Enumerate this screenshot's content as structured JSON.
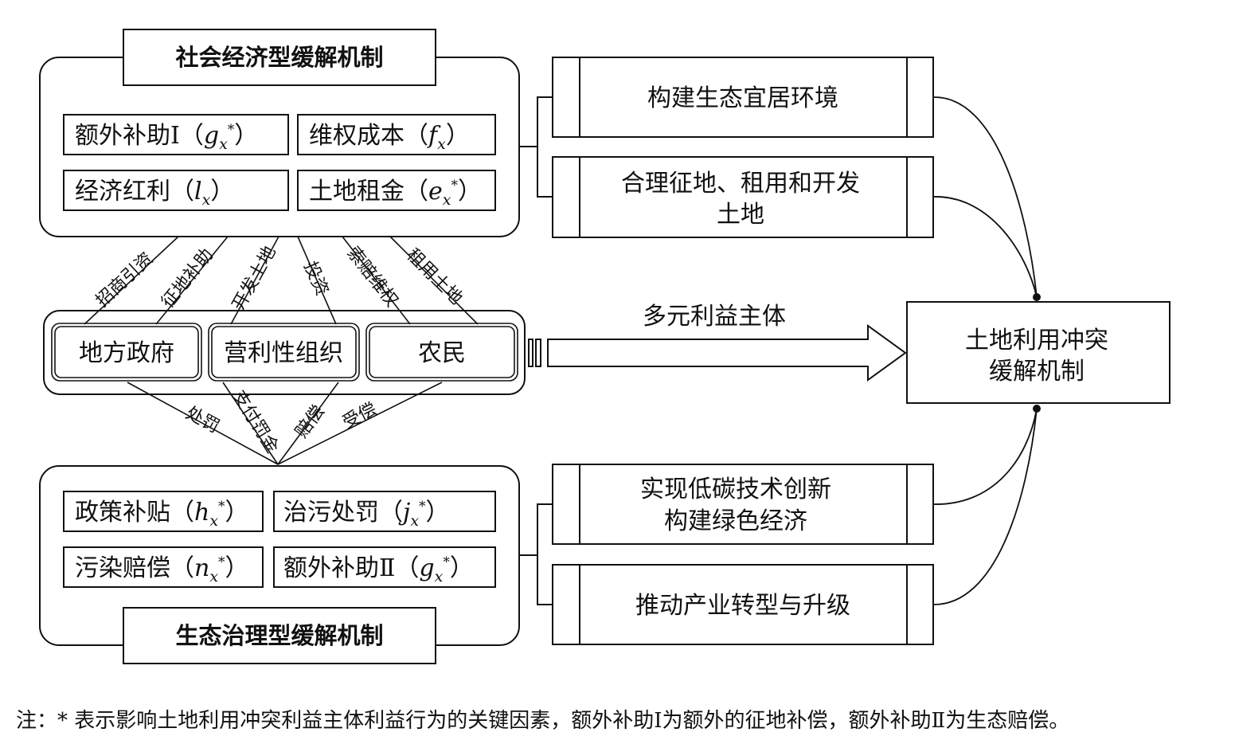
{
  "socio_economic": {
    "title": "社会经济型缓解机制",
    "factors": [
      {
        "label": "额外补助Ⅰ（",
        "var": "g",
        "sub": "x",
        "sup": "*",
        "close": "）"
      },
      {
        "label": "维权成本（",
        "var": "f",
        "sub": "x",
        "sup": "",
        "close": "）"
      },
      {
        "label": "经济红利（",
        "var": "l",
        "sub": "x",
        "sup": "",
        "close": "）"
      },
      {
        "label": "土地租金（",
        "var": "e",
        "sub": "x",
        "sup": "*",
        "close": "）"
      }
    ],
    "outcomes": [
      "构建生态宜居环境",
      "合理征地、租用和开发",
      "土地"
    ]
  },
  "ecological": {
    "title": "生态治理型缓解机制",
    "factors": [
      {
        "label": "政策补贴（",
        "var": "h",
        "sub": "x",
        "sup": "*",
        "close": "）"
      },
      {
        "label": "治污处罚（",
        "var": "j",
        "sub": "x",
        "sup": "*",
        "close": "）"
      },
      {
        "label": "污染赔偿（",
        "var": "n",
        "sub": "x",
        "sup": "*",
        "close": "）"
      },
      {
        "label": "额外补助Ⅱ（",
        "var": "g",
        "sub": "x",
        "sup": "*",
        "close": "）"
      }
    ],
    "outcomes": [
      "实现低碳技术创新",
      "构建绿色经济",
      "推动产业转型与升级"
    ]
  },
  "stakeholders": [
    "地方政府",
    "营利性组织",
    "农民"
  ],
  "upper_edges": [
    "招商引资",
    "征地补助",
    "开发土地",
    "投资",
    "索赔维权",
    "租用土地"
  ],
  "lower_edges": [
    "处罚",
    "支付罚金",
    "赔偿",
    "受偿"
  ],
  "arrow_label": "多元利益主体",
  "target": [
    "土地利用冲突",
    "缓解机制"
  ],
  "note": "注：* 表示影响土地利用冲突利益主体利益行为的关键因素，额外补助Ⅰ为额外的征地补偿，额外补助Ⅱ为生态赔偿。"
}
